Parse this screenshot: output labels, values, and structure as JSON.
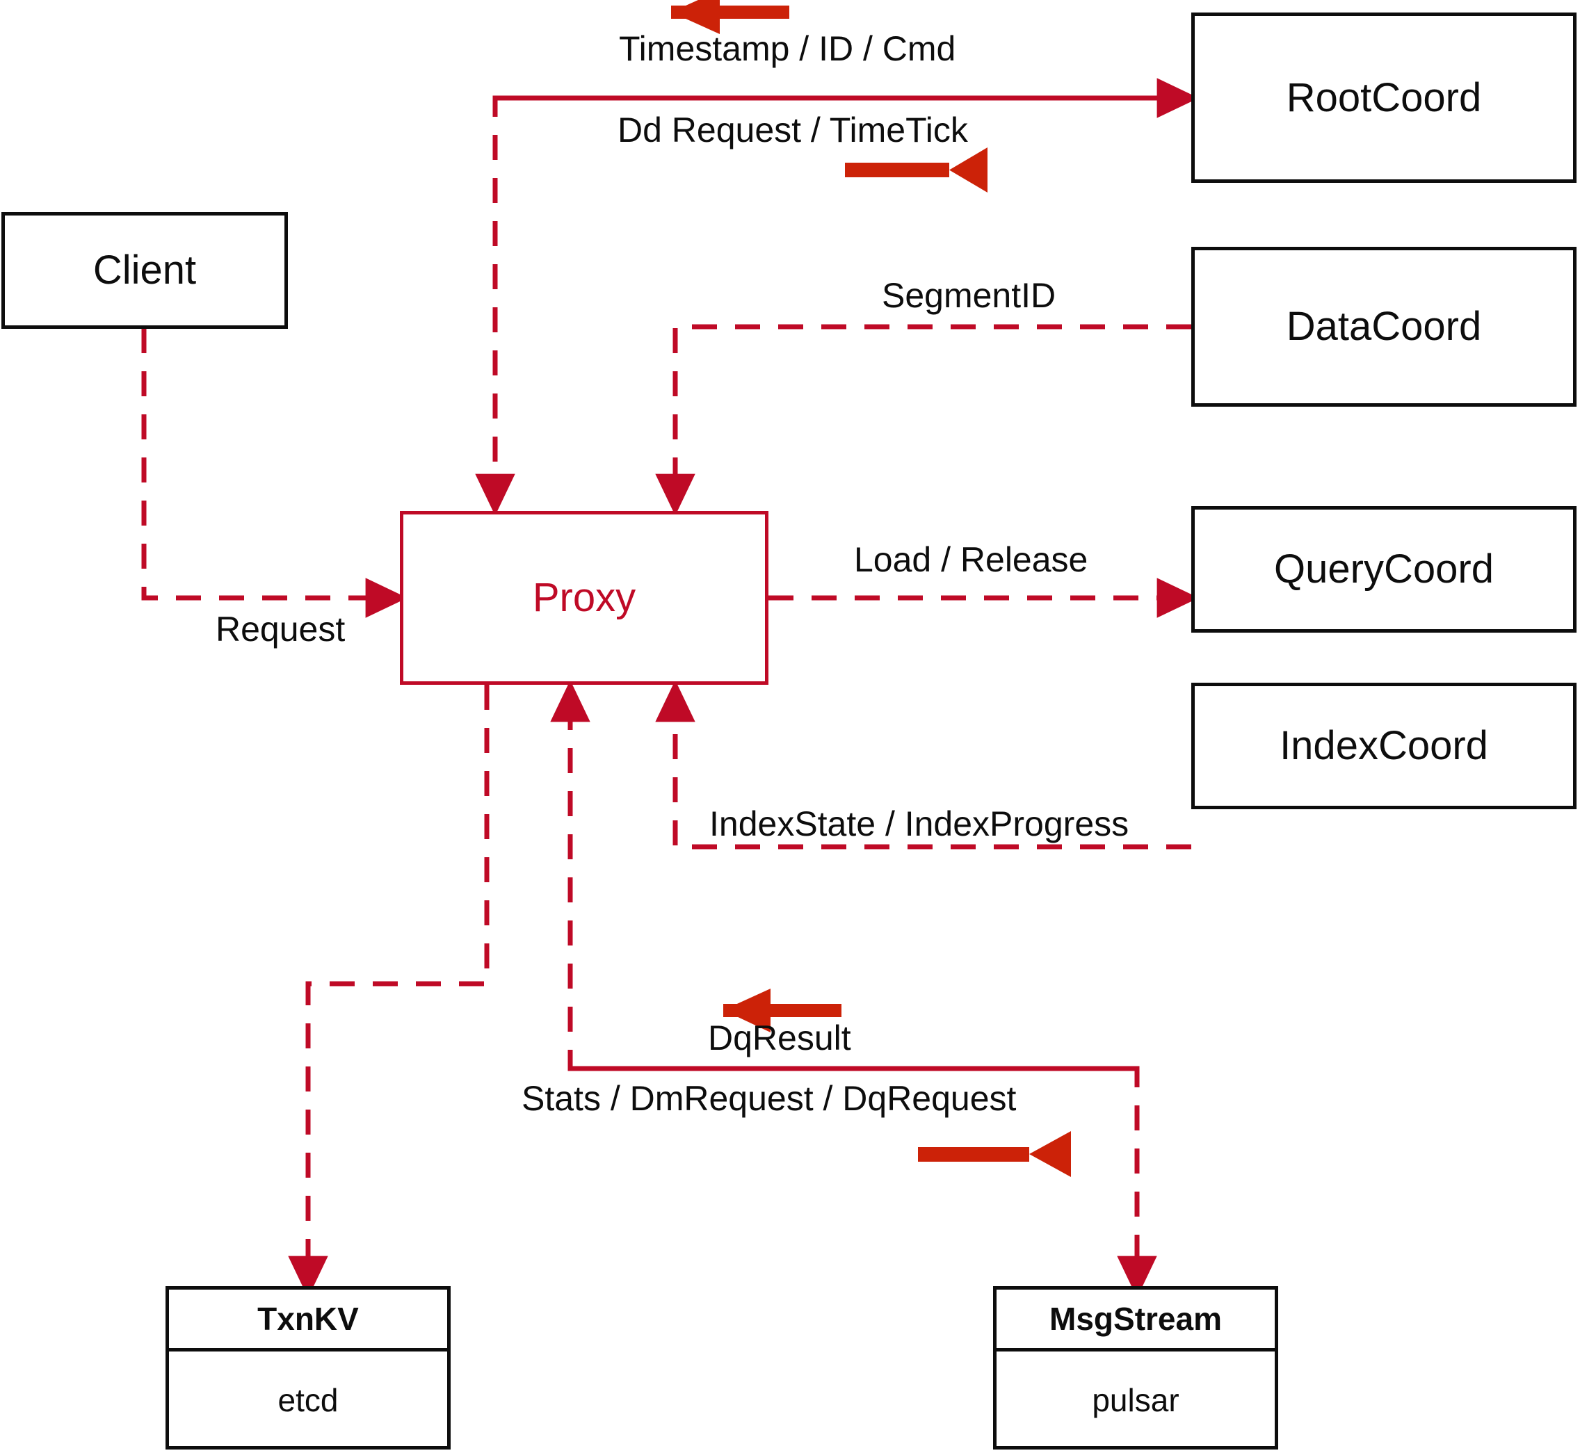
{
  "diagram": {
    "title": "Milvus Proxy interaction diagram",
    "colors": {
      "node_border": "#0d0d0d",
      "proxy_border": "#bf0a26",
      "proxy_text": "#bf0a26",
      "dashed_line": "#bf0a26",
      "bold_arrow": "#cc2208",
      "background": "#ffffff"
    },
    "nodes": [
      {
        "id": "client",
        "label": "Client"
      },
      {
        "id": "proxy",
        "label": "Proxy"
      },
      {
        "id": "rootcoord",
        "label": "RootCoord"
      },
      {
        "id": "datacoord",
        "label": "DataCoord"
      },
      {
        "id": "querycoord",
        "label": "QueryCoord"
      },
      {
        "id": "indexcoord",
        "label": "IndexCoord"
      },
      {
        "id": "txnkv",
        "label": "TxnKV",
        "sublabel": "etcd"
      },
      {
        "id": "msgstream",
        "label": "MsgStream",
        "sublabel": "pulsar"
      }
    ],
    "edge_labels": [
      {
        "id": "timestamp-id-cmd",
        "text": "Timestamp / ID / Cmd"
      },
      {
        "id": "dd-request-timetick",
        "text": "Dd Request / TimeTick"
      },
      {
        "id": "segmentid",
        "text": "SegmentID"
      },
      {
        "id": "load-release",
        "text": "Load / Release"
      },
      {
        "id": "request",
        "text": "Request"
      },
      {
        "id": "indexstate-indexprogress",
        "text": "IndexState / IndexProgress"
      },
      {
        "id": "dqresult",
        "text": "DqResult"
      },
      {
        "id": "stats-dmrequest-dqrequest",
        "text": "Stats / DmRequest / DqRequest"
      }
    ]
  }
}
